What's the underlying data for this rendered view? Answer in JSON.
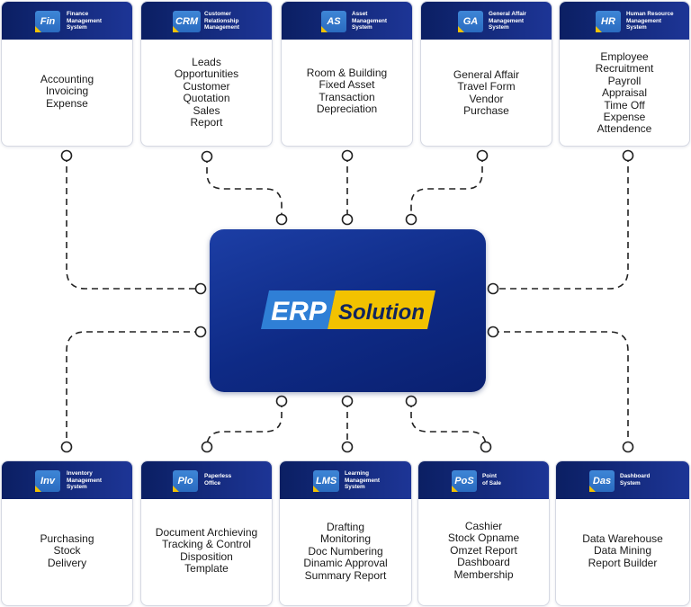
{
  "hub": {
    "logo_part1": "ERP",
    "logo_part2": "Solution"
  },
  "top_modules": [
    {
      "abbr": "Fin",
      "title": "Finance\nManagement\nSystem",
      "items": [
        "Accounting",
        "Invoicing",
        "Expense"
      ]
    },
    {
      "abbr": "CRM",
      "title": "Customer\nRelationship\nManagement",
      "items": [
        "Leads",
        "Opportunities",
        "Customer",
        "Quotation",
        "Sales",
        "Report"
      ]
    },
    {
      "abbr": "AS",
      "title": "Asset\nManagement\nSystem",
      "items": [
        "Room & Building",
        "Fixed Asset",
        "Transaction",
        "Depreciation"
      ]
    },
    {
      "abbr": "GA",
      "title": "General Affair\nManagement\nSystem",
      "items": [
        "General Affair",
        "Travel Form",
        "Vendor",
        "Purchase"
      ]
    },
    {
      "abbr": "HR",
      "title": "Human Resource\nManagement\nSystem",
      "items": [
        "Employee",
        "Recruitment",
        "Payroll",
        "Appraisal",
        "Time Off",
        "Expense",
        "Attendence"
      ]
    }
  ],
  "bottom_modules": [
    {
      "abbr": "Inv",
      "title": "Inventory\nManagement\nSystem",
      "items": [
        "Purchasing",
        "Stock",
        "Delivery"
      ]
    },
    {
      "abbr": "Plo",
      "title": "Paperless\nOffice",
      "items": [
        "Document Archieving",
        "Tracking & Control",
        "Disposition",
        "Template"
      ]
    },
    {
      "abbr": "LMS",
      "title": "Learning\nManagement\nSystem",
      "items": [
        "Drafting",
        "Monitoring",
        "Doc Numbering",
        "Dinamic Approval",
        "Summary Report"
      ]
    },
    {
      "abbr": "PoS",
      "title": "Point\nof Sale",
      "items": [
        "Cashier",
        "Stock Opname",
        "Omzet Report",
        "Dashboard",
        "Membership"
      ]
    },
    {
      "abbr": "Das",
      "title": "Dashboard\nSystem",
      "items": [
        "Data Warehouse",
        "Data Mining",
        "Report Builder"
      ]
    }
  ],
  "colors": {
    "header_navy": "#0b1f63",
    "badge_blue": "#2a6bc0",
    "accent_yellow": "#f2c200",
    "hub_blue": "#0e2a85"
  }
}
